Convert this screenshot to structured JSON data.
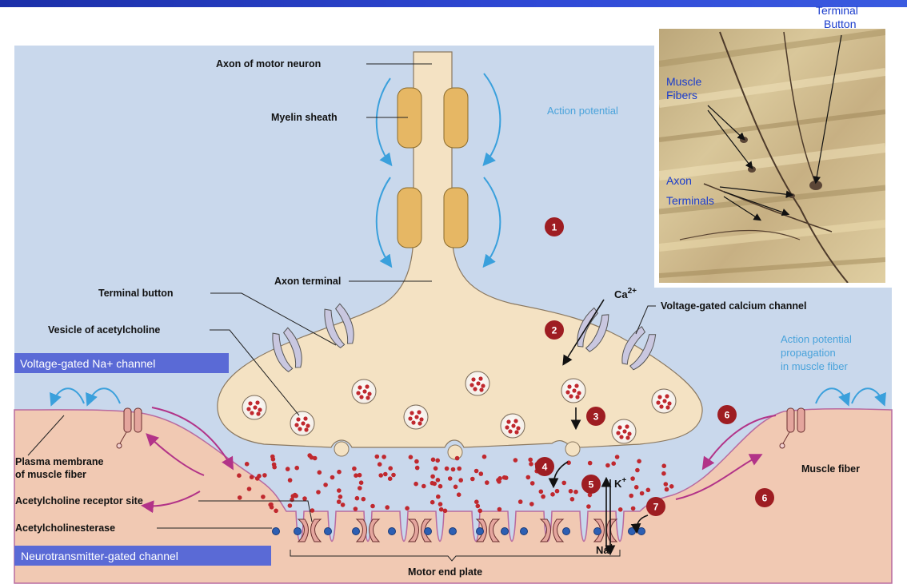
{
  "labels": {
    "axon_of_motor_neuron": "Axon of motor neuron",
    "myelin_sheath": "Myelin sheath",
    "action_potential": "Action potential",
    "axon_terminal": "Axon terminal",
    "terminal_button": "Terminal button",
    "vesicle_of_acetylcholine": "Vesicle of acetylcholine",
    "voltage_gated_calcium_channel": "Voltage-gated calcium channel",
    "calcium_ion": "Ca",
    "calcium_charge": "2+",
    "ap_propagation_line1": "Action potential",
    "ap_propagation_line2": "propagation",
    "ap_propagation_line3": "in muscle fiber",
    "plasma_membrane_line1": "Plasma membrane",
    "plasma_membrane_line2": "of muscle fiber",
    "muscle_fiber": "Muscle fiber",
    "acetylcholine_receptor_site": "Acetylcholine receptor site",
    "acetylcholinesterase": "Acetylcholinesterase",
    "motor_end_plate": "Motor end plate",
    "potassium_ion": "K",
    "potassium_charge": "+",
    "sodium_ion": "Na",
    "sodium_charge": "+"
  },
  "boxes": {
    "voltage_gated_na_channel": "Voltage-gated Na+ channel",
    "neurotransmitter_gated_channel": "Neurotransmitter-gated channel"
  },
  "photo_labels": {
    "terminal_button_line1": "Terminal",
    "terminal_button_line2": "Button",
    "muscle_fibers_line1": "Muscle",
    "muscle_fibers_line2": "Fibers",
    "axon_terminals_line1": "Axon",
    "axon_terminals_line2": "Terminals"
  },
  "steps": [
    "1",
    "2",
    "3",
    "4",
    "5",
    "6",
    "6",
    "7"
  ],
  "colors": {
    "top_bar": "#2a44cc",
    "panel_bg": "#c9d8ec",
    "muscle": "#f1c9b3",
    "neuron": "#f4e2c3",
    "myelin": "#e6b764",
    "vesicle_dot": "#c0282e",
    "step_circle": "#9e1d22",
    "arrow_blue": "#3aa0dc",
    "arrow_magenta": "#b23388",
    "label_box": "#5a6ad6"
  }
}
